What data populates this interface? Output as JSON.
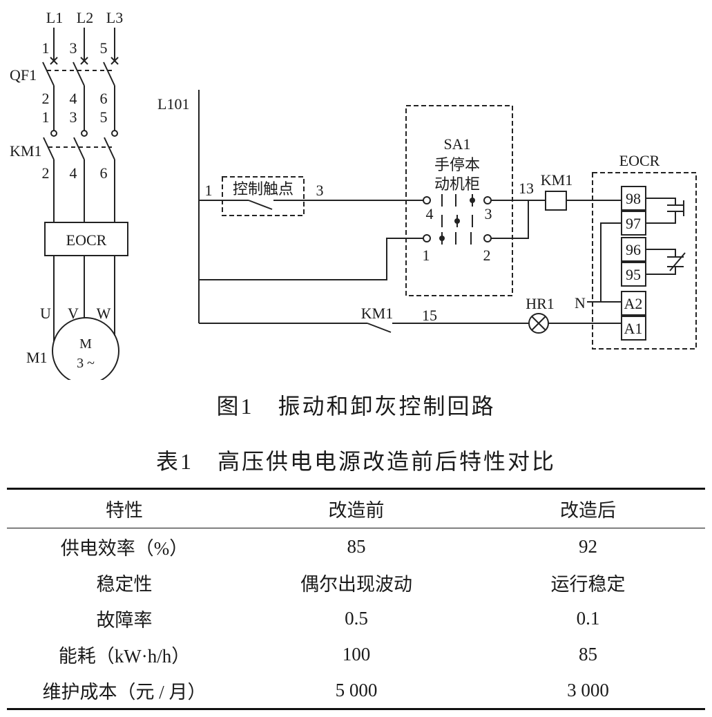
{
  "figure": {
    "caption": "图1　振动和卸灰控制回路",
    "power_circuit": {
      "phases": [
        "L1",
        "L2",
        "L3"
      ],
      "breaker_top_terminals": [
        "1",
        "3",
        "5"
      ],
      "breaker_label": "QF1",
      "breaker_bottom_terminals": [
        "2",
        "4",
        "6"
      ],
      "contactor_top_terminals": [
        "1",
        "3",
        "5"
      ],
      "contactor_label": "KM1",
      "contactor_bottom_terminals": [
        "2",
        "4",
        "6"
      ],
      "relay_label": "EOCR",
      "motor_terminals": [
        "U",
        "V",
        "W"
      ],
      "motor_label": "M1",
      "motor_symbol": "M",
      "motor_phases": "3 ~"
    },
    "control_circuit": {
      "supply_label": "L101",
      "node_1": "1",
      "control_contact_label": "控制触点",
      "node_3": "3",
      "switch_label": "SA1",
      "switch_desc_line1": "手停本",
      "switch_desc_line2": "动机柜",
      "switch_terminals": {
        "t4": "4",
        "t3": "3",
        "t1": "1",
        "t2": "2"
      },
      "node_13": "13",
      "coil_label": "KM1",
      "aux_contact_label": "KM1",
      "node_15": "15",
      "lamp_label": "HR1",
      "neutral_label": "N",
      "eocr_label": "EOCR",
      "eocr_terminals": [
        "98",
        "97",
        "96",
        "95",
        "A2",
        "A1"
      ]
    }
  },
  "table": {
    "title": "表1　高压供电电源改造前后特性对比",
    "headers": [
      "特性",
      "改造前",
      "改造后"
    ],
    "rows": [
      [
        "供电效率（%）",
        "85",
        "92"
      ],
      [
        "稳定性",
        "偶尔出现波动",
        "运行稳定"
      ],
      [
        "故障率",
        "0.5",
        "0.1"
      ],
      [
        "能耗（kW·h/h）",
        "100",
        "85"
      ],
      [
        "维护成本（元 / 月）",
        "5 000",
        "3 000"
      ]
    ]
  }
}
